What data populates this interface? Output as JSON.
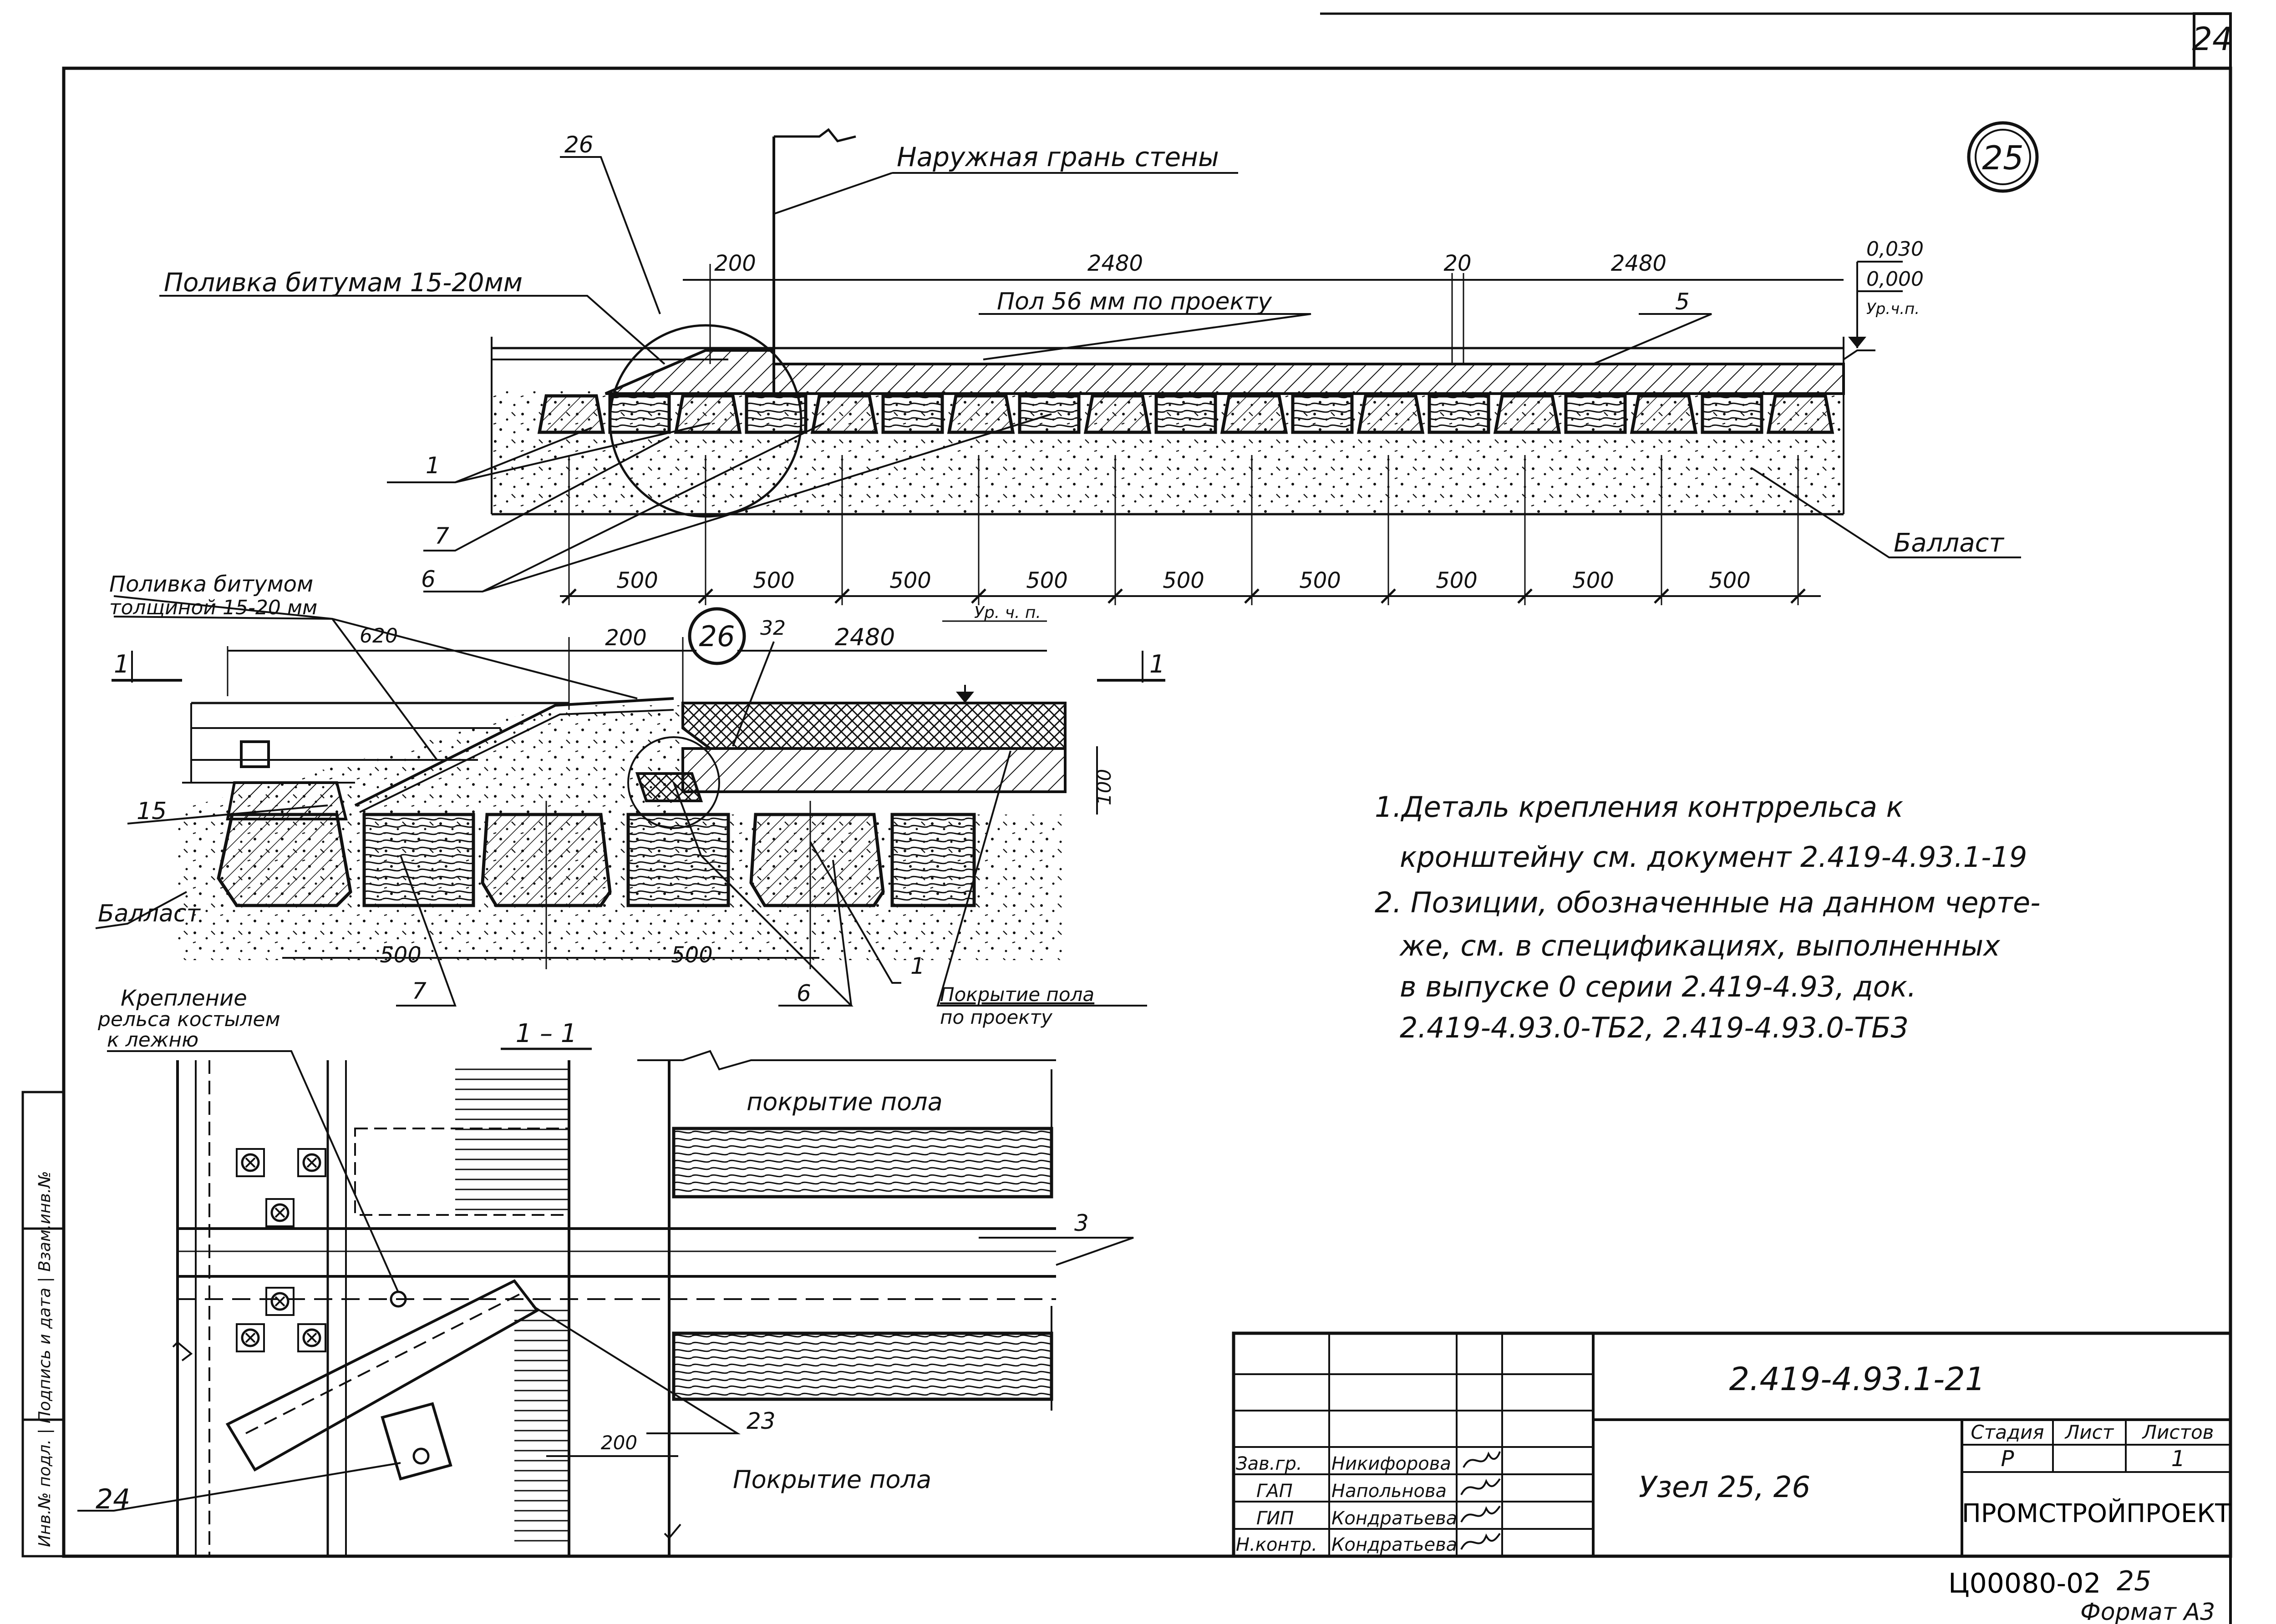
{
  "sheet": {
    "sheet_number": "24",
    "node_marker_main": "25",
    "node_marker_detail": "26"
  },
  "top_section": {
    "wall_face_label": "Наружная грань стены",
    "bitumen_label": "Поливка битумам 15-20мм",
    "floor_label": "Пол 56 мм по проекту",
    "ballast_label": "Балласт",
    "dim_200": "200",
    "dim_2480_left": "2480",
    "dim_20": "20",
    "dim_2480_right": "2480",
    "level_030": "0,030",
    "level_000": "0,000",
    "level_tag": "Ур.ч.п.",
    "pos_26": "26",
    "pos_5": "5",
    "pos_1": "1",
    "pos_7": "7",
    "pos_6": "6",
    "spacing": [
      "500",
      "500",
      "500",
      "500",
      "500",
      "500",
      "500",
      "500",
      "500"
    ]
  },
  "detail_26": {
    "bitumen_label_1": "Поливка битумом",
    "bitumen_label_2": "толщиной 15-20 мм",
    "dim_620": "620",
    "dim_200": "200",
    "dim_32": "32",
    "dim_2480": "2480",
    "level_tag": "Ур. ч. п.",
    "dim_100": "100",
    "cut_left": "1",
    "cut_right": "1",
    "pos_15": "15",
    "ballast_label": "Балласт",
    "dim_500_a": "500",
    "dim_500_b": "500",
    "pos_7": "7",
    "pos_6": "6",
    "pos_1": "1",
    "floor_cover_1": "Покрытие пола",
    "floor_cover_2": "по проекту"
  },
  "section_11": {
    "title": "1 – 1",
    "fastening_1": "Крепление",
    "fastening_2": "рельса костылем",
    "fastening_3": "к лежню",
    "floor_cover_upper": "покрытие пола",
    "floor_cover_lower": "Покрытие пола",
    "pos_3": "3",
    "pos_23": "23",
    "pos_24": "24",
    "dim_200": "200"
  },
  "notes": [
    "1.Деталь крепления контррельса к",
    "кронштейну см. документ 2.419-4.93.1-19",
    "2. Позиции, обозначенные на данном черте-",
    "же, см. в спецификациях, выполненных",
    "в выпуске 0 серии 2.419-4.93, док.",
    "2.419-4.93.0-ТБ2, 2.419-4.93.0-ТБ3"
  ],
  "side_stamp": {
    "text": "Инв.№ подл. | Подпись и дата | Взам.инв.№"
  },
  "title_block": {
    "doc_code": "2.419-4.93.1-21",
    "title": "Узел 25, 26",
    "stage_h": "Стадия",
    "sheet_h": "Лист",
    "sheets_h": "Листов",
    "stage": "Р",
    "sheets": "1",
    "org": "ПРОМСТРОЙПРОЕКТ",
    "roles": [
      {
        "role": "Зав.гр.",
        "name": "Никифорова"
      },
      {
        "role": "ГАП",
        "name": "Напольнова"
      },
      {
        "role": "ГИП",
        "name": "Кондратьева"
      },
      {
        "role": "Н.контр.",
        "name": "Кондратьева"
      }
    ]
  },
  "footer": {
    "archive": "Ц00080-02",
    "page": "25",
    "format": "Формат А3"
  }
}
